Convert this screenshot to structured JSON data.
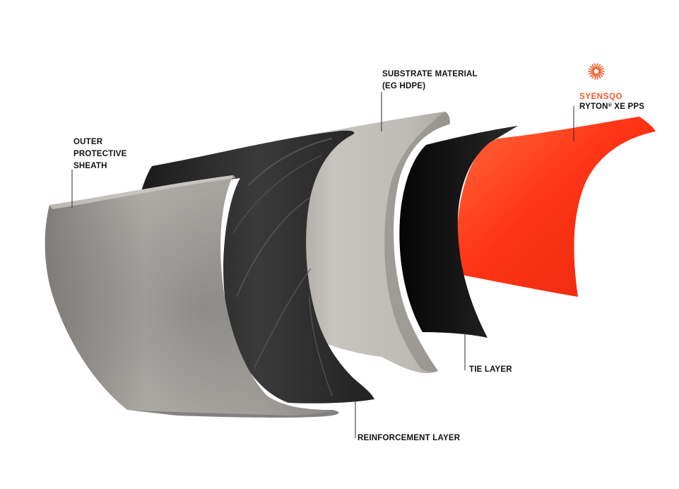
{
  "labels": {
    "outer_sheath": [
      "OUTER",
      "PROTECTIVE",
      "SHEATH"
    ],
    "substrate": [
      "SUBSTRATE MATERIAL",
      "(EG HDPE)"
    ],
    "tie_layer": "TIE LAYER",
    "reinforcement": "REINFORCEMENT LAYER"
  },
  "brand": {
    "name": "SYENSQO",
    "product_prefix": "RYTON",
    "product_mark": "®",
    "product_suffix": " XE PPS"
  },
  "colors": {
    "brand_orange": "#f15a2b",
    "liner_red": "#ff3b1a",
    "sheath_gray": "#b9b6b2",
    "reinforcement_black": "#2b2b2b",
    "tie_black": "#141414",
    "label_text": "#111111"
  }
}
